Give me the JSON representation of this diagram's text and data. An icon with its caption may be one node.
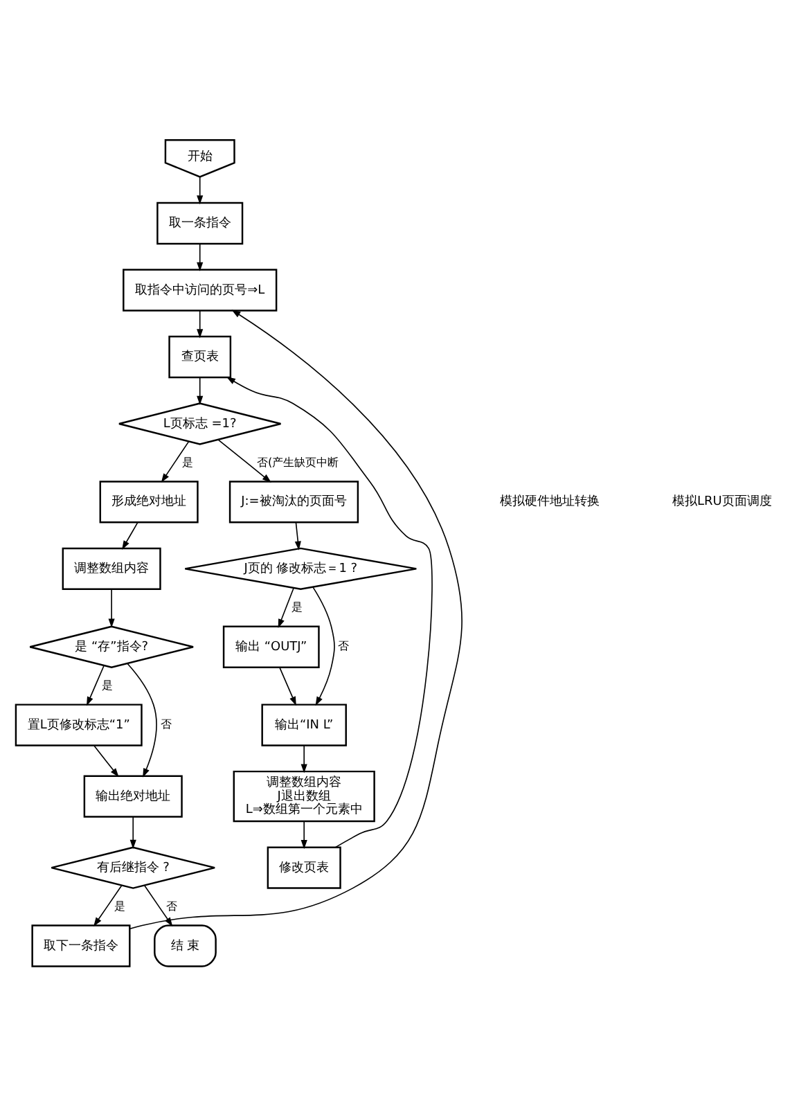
{
  "diagram": {
    "nodes": [
      {
        "text": [
          "开始"
        ]
      },
      {
        "text": [
          "取一条指令"
        ]
      },
      {
        "text": [
          "取指令中访问的页号⇒L"
        ]
      },
      {
        "text": [
          "查页表"
        ]
      },
      {
        "text": [
          "L页标志 =1?"
        ]
      },
      {
        "text": [
          "形成绝对地址"
        ]
      },
      {
        "text": [
          "调整数组内容"
        ]
      },
      {
        "text": [
          "是 “存”指令?"
        ]
      },
      {
        "text": [
          "置L页修改标志“1”"
        ]
      },
      {
        "text": [
          "输出绝对地址"
        ]
      },
      {
        "text": [
          "有后继指令 ?"
        ]
      },
      {
        "text": [
          "取下一条指令"
        ]
      },
      {
        "text": [
          "结 束"
        ]
      },
      {
        "text": [
          "J:=被淘汰的页面号"
        ]
      },
      {
        "text": [
          "J页的 修改标志＝1 ?"
        ]
      },
      {
        "text": [
          "输出 “OUTJ”"
        ]
      },
      {
        "text": [
          "输出“IN L”"
        ]
      },
      {
        "text": [
          "调整数组内容",
          "J退出数组",
          "L⇒数组第一个元素中"
        ]
      },
      {
        "text": [
          "修改页表"
        ]
      }
    ],
    "edges": [
      {
        "from": 0,
        "to": 1,
        "arrow": "to"
      },
      {
        "from": 1,
        "to": 2,
        "arrow": "to"
      },
      {
        "from": 2,
        "to": 3,
        "arrow": "to"
      },
      {
        "from": 3,
        "to": 4,
        "arrow": "to"
      },
      {
        "from": 4,
        "to": 5,
        "arrow": "to",
        "label": "是"
      },
      {
        "from": 4,
        "to": 13,
        "arrow": "to",
        "label": "否(产生缺页中断"
      },
      {
        "from": 5,
        "to": 6,
        "arrow": "to"
      },
      {
        "from": 6,
        "to": 7,
        "arrow": "to"
      },
      {
        "from": 7,
        "to": 8,
        "arrow": "to",
        "label": "是"
      },
      {
        "from": 7,
        "to": 9,
        "arrow": "to",
        "label": "否"
      },
      {
        "from": 8,
        "to": 9,
        "arrow": "to"
      },
      {
        "from": 9,
        "to": 10,
        "arrow": "to"
      },
      {
        "from": 10,
        "to": 11,
        "arrow": "to",
        "label": "是"
      },
      {
        "from": 10,
        "to": 12,
        "arrow": "to",
        "label": "否"
      },
      {
        "from": 11,
        "to": 2,
        "arrow": "to"
      },
      {
        "from": 13,
        "to": 14,
        "arrow": "to"
      },
      {
        "from": 14,
        "to": 15,
        "arrow": "to",
        "label": "是"
      },
      {
        "from": 14,
        "to": 16,
        "arrow": "to",
        "label": "否"
      },
      {
        "from": 15,
        "to": 16,
        "arrow": "to"
      },
      {
        "from": 16,
        "to": 17,
        "arrow": "to"
      },
      {
        "from": 17,
        "to": 18,
        "arrow": "to"
      },
      {
        "from": 18,
        "to": 3,
        "arrow": "to"
      }
    ],
    "labels": [
      "模拟硬件地址转换",
      "模拟LRU页面调度"
    ]
  }
}
